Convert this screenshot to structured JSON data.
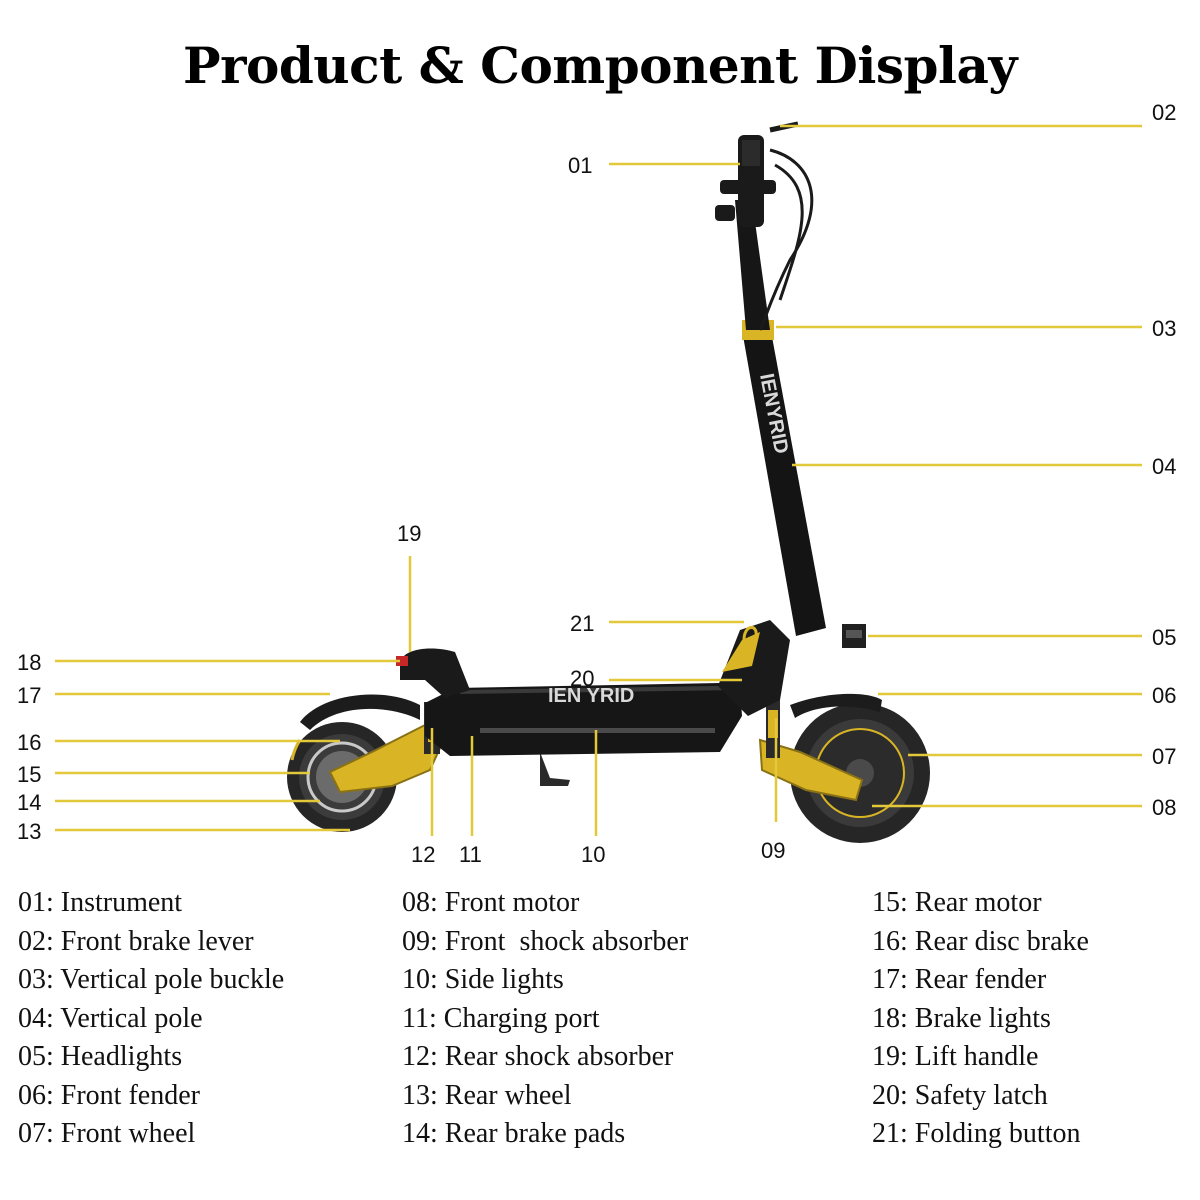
{
  "title": "Product & Component Display",
  "brand_mark": "IENYRID",
  "colors": {
    "leader_line": "#e3c83a",
    "accent_yellow": "#d9b526",
    "body_black": "#161616",
    "tire": "#262626"
  },
  "callouts": [
    {
      "id": "01"
    },
    {
      "id": "02"
    },
    {
      "id": "03"
    },
    {
      "id": "04"
    },
    {
      "id": "05"
    },
    {
      "id": "06"
    },
    {
      "id": "07"
    },
    {
      "id": "08"
    },
    {
      "id": "09"
    },
    {
      "id": "10"
    },
    {
      "id": "11"
    },
    {
      "id": "12"
    },
    {
      "id": "13"
    },
    {
      "id": "14"
    },
    {
      "id": "15"
    },
    {
      "id": "16"
    },
    {
      "id": "17"
    },
    {
      "id": "18"
    },
    {
      "id": "19"
    },
    {
      "id": "20"
    },
    {
      "id": "21"
    }
  ],
  "legend": {
    "col1": [
      "01: Instrument",
      "02: Front brake lever",
      "03: Vertical pole buckle",
      "04: Vertical pole",
      "05: Headlights",
      "06: Front fender",
      "07: Front wheel"
    ],
    "col2": [
      "08: Front motor",
      "09: Front  shock absorber",
      "10: Side lights",
      "11: Charging port",
      "12: Rear shock absorber",
      "13: Rear wheel",
      "14: Rear brake pads"
    ],
    "col3": [
      "15: Rear motor",
      "16: Rear disc brake",
      "17: Rear fender",
      "18: Brake lights",
      "19: Lift handle",
      "20: Safety latch",
      "21: Folding button"
    ]
  }
}
